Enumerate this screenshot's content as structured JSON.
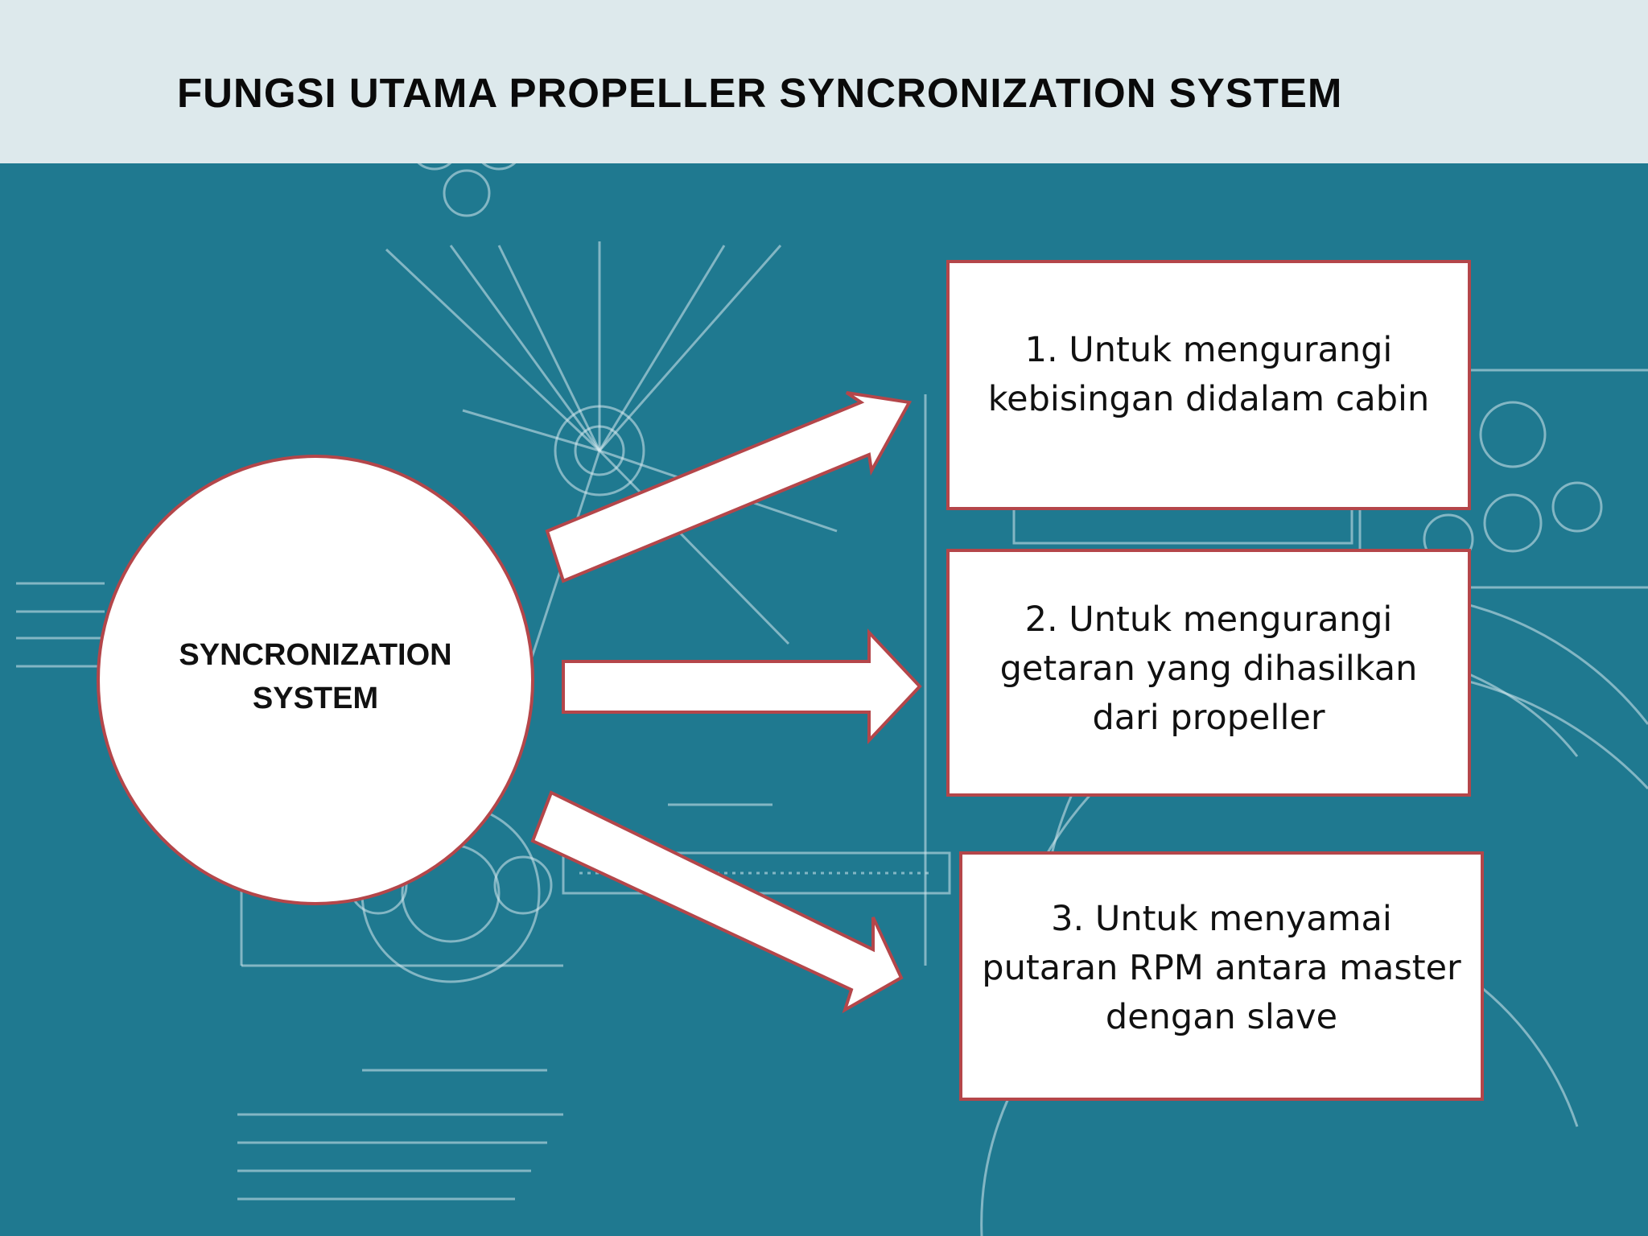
{
  "slide": {
    "title": "FUNGSI UTAMA  PROPELLER SYNCRONIZATION SYSTEM"
  },
  "center": {
    "label": "SYNCRONIZATION\nSYSTEM"
  },
  "functions": [
    {
      "text": "1. Untuk mengurangi kebisingan didalam cabin"
    },
    {
      "text": "2. Untuk mengurangi getaran yang dihasilkan dari propeller"
    },
    {
      "text": "3. Untuk menyamai putaran RPM antara master dengan slave"
    }
  ],
  "colors": {
    "background": "#1f7990",
    "header_band": "#dde9ec",
    "accent_border": "#b4464a",
    "shape_fill": "#ffffff",
    "blueprint_lines": "#d9ecef"
  }
}
